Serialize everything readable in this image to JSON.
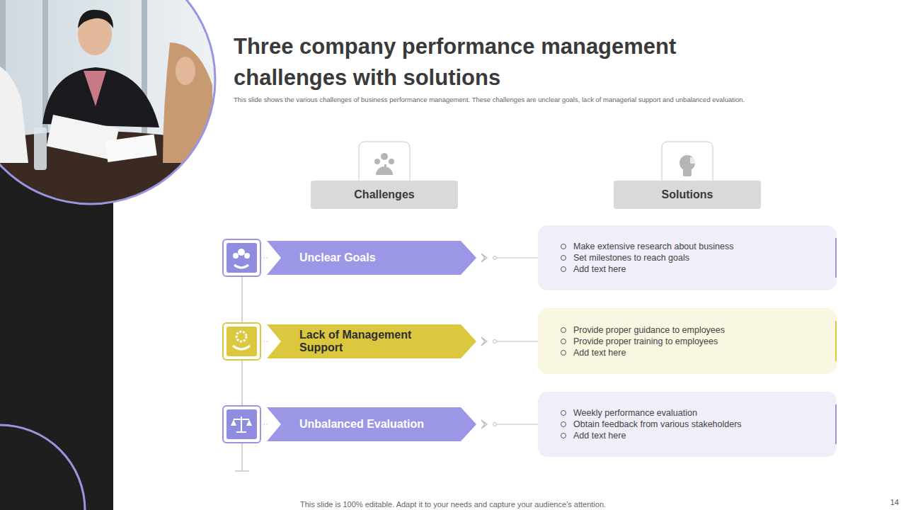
{
  "diagram": {
    "title": "Three company performance management challenges with solutions",
    "nodes": [
      {
        "text": [
          "Challenges"
        ]
      },
      {
        "text": [
          "Solutions"
        ]
      },
      {
        "text": [
          "Unclear Goals"
        ]
      },
      {
        "text": [
          "Make extensive research about business",
          "Set milestones to reach goals",
          "Add text here"
        ]
      },
      {
        "text": [
          "Lack of Management Support"
        ]
      },
      {
        "text": [
          "Provide proper guidance to employees",
          "Provide proper training to employees",
          "Add text here"
        ]
      },
      {
        "text": [
          "Unbalanced Evaluation"
        ]
      },
      {
        "text": [
          "Weekly performance evaluation",
          "Obtain feedback from various stakeholders",
          "Add text here"
        ]
      }
    ],
    "edges": [
      {
        "from": 2,
        "to": 3,
        "arrow": "none"
      },
      {
        "from": 4,
        "to": 5,
        "arrow": "none"
      },
      {
        "from": 6,
        "to": 7,
        "arrow": "none"
      }
    ],
    "labels": [
      "This slide shows the various challenges of business performance management. These challenges are unclear goals, lack of managerial support and unbalanced evaluation.",
      "This slide is 100% editable. Adapt it to your needs and capture your audience’s attention.",
      "14"
    ]
  }
}
